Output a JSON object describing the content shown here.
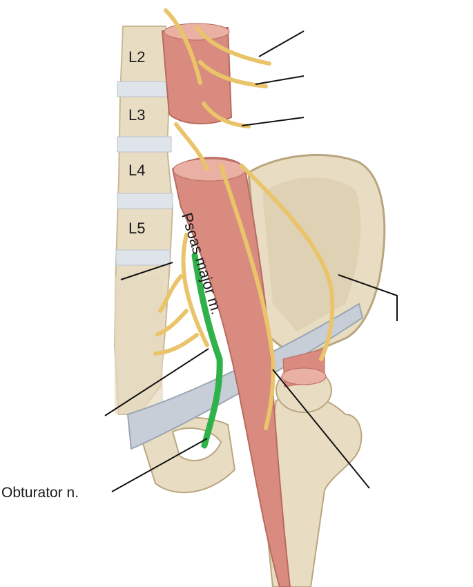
{
  "labels": {
    "vertebra_l2": "L2",
    "vertebra_l3": "L3",
    "vertebra_l4": "L4",
    "vertebra_l5": "L5",
    "psoas": "Psoas major m.",
    "obturator": "Obturator n."
  },
  "colors": {
    "background": "#ffffff",
    "bone": "#e8dcc3",
    "bone_shadow": "#c9b894",
    "disc": "#dfe4ea",
    "muscle": "#d98b7f",
    "muscle_light": "#eab0a3",
    "nerve": "#e9c46a",
    "nerve_outline": "#b8913a",
    "highlight_nerve": "#2fb24a",
    "ligament": "#c7ced8",
    "leader_line": "#111111"
  }
}
